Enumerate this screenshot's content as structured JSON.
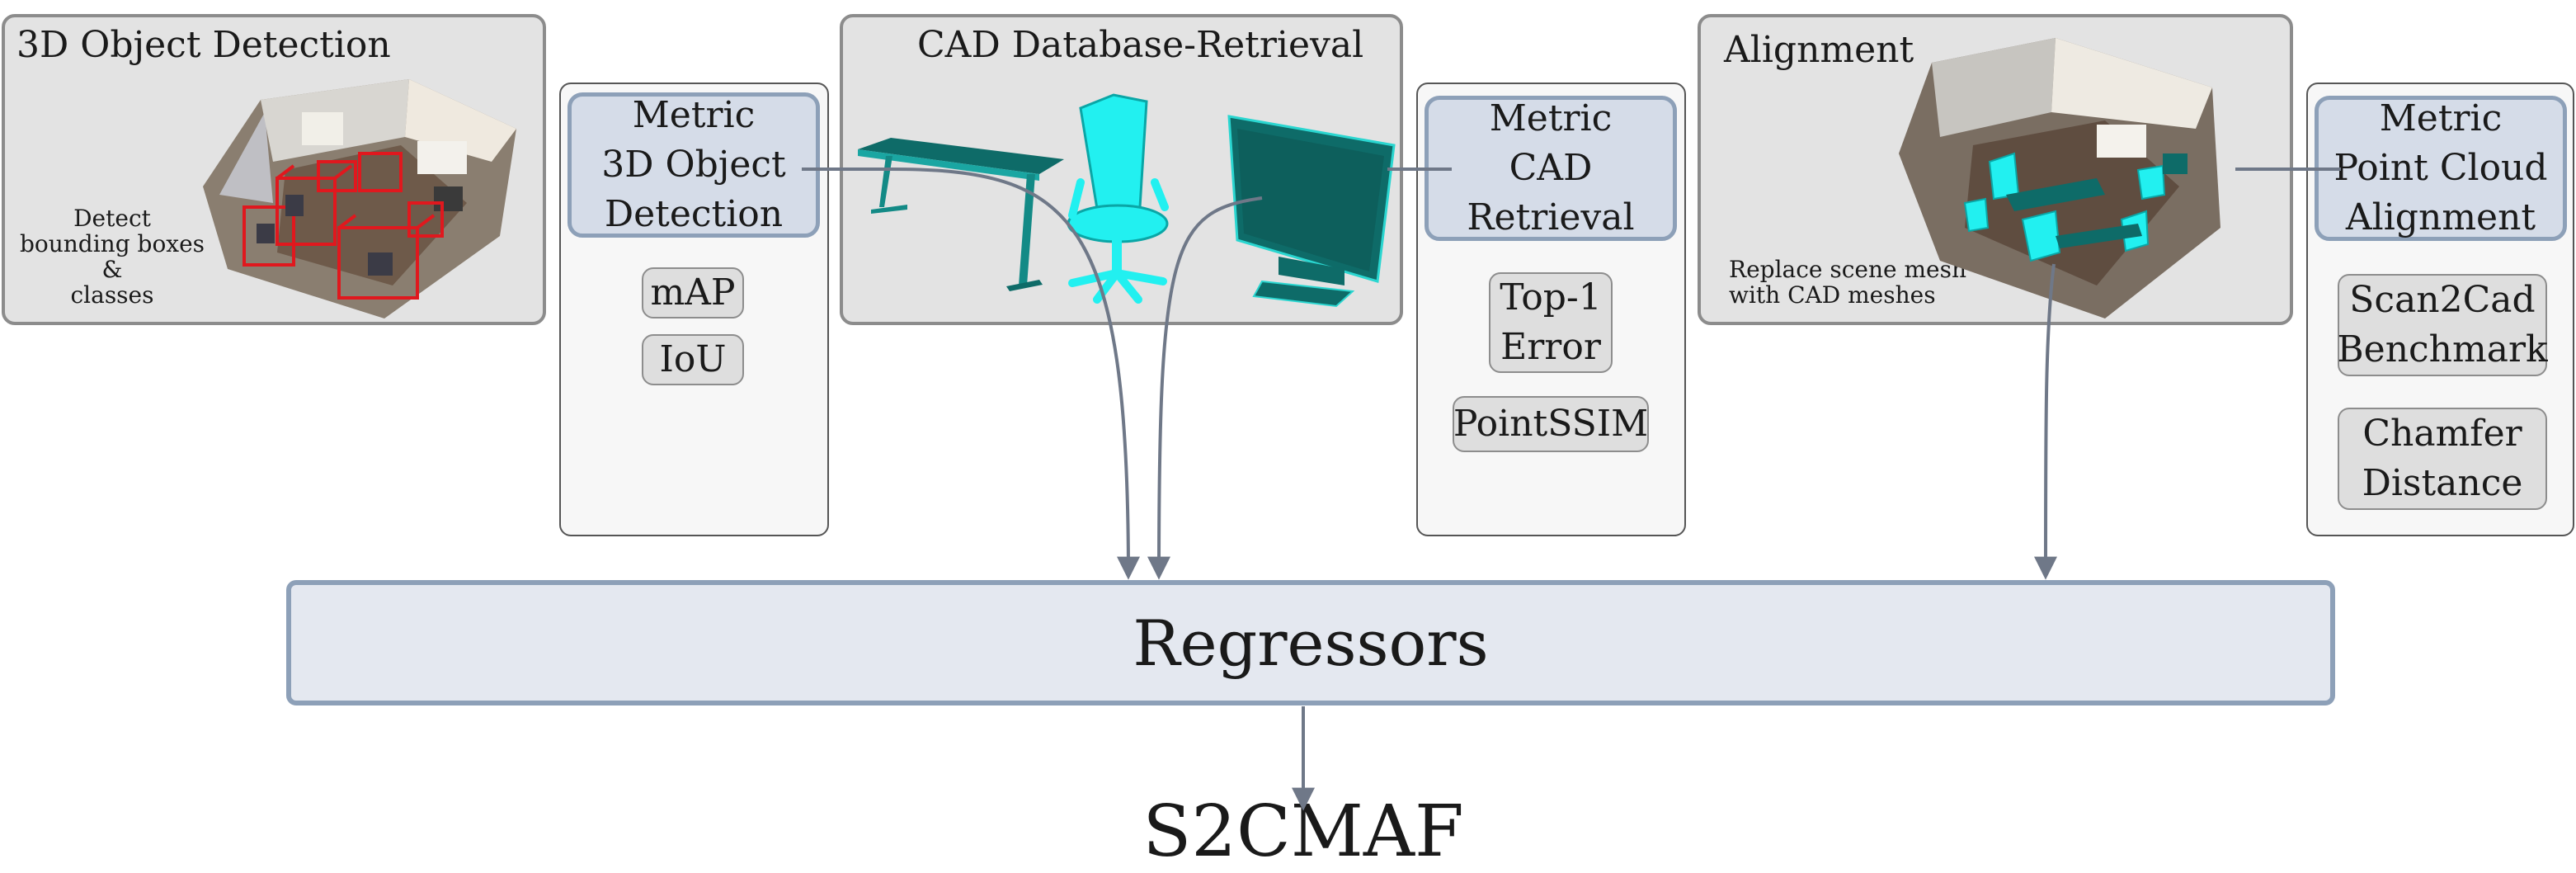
{
  "stages": {
    "detection": {
      "title": "3D Object Detection",
      "caption": [
        "Detect",
        "bounding boxes",
        "&",
        "classes"
      ]
    },
    "retrieval": {
      "title": "CAD Database-Retrieval"
    },
    "alignment": {
      "title": "Alignment",
      "caption": [
        "Replace scene mesh",
        "with CAD meshes"
      ]
    }
  },
  "metrics": {
    "detection": {
      "heading": [
        "Metric",
        "3D Object",
        "Detection"
      ],
      "items": [
        "mAP",
        "IoU"
      ]
    },
    "retrieval": {
      "heading": [
        "Metric",
        "CAD",
        "Retrieval"
      ],
      "items": [
        [
          "Top-1",
          "Error"
        ],
        [
          "PointSSIM"
        ]
      ]
    },
    "alignment": {
      "heading": [
        "Metric",
        "Point Cloud",
        "Alignment"
      ],
      "items": [
        [
          "Scan2Cad",
          "Benchmark"
        ],
        [
          "Chamfer",
          "Distance"
        ]
      ]
    }
  },
  "regressors": "Regressors",
  "output": "S2CMAF",
  "colors": {
    "metric_border": "#8da0b8",
    "metric_fill": "#d5dce8",
    "arrow": "#6f7888",
    "cad_cyan": "#22f0f0",
    "cad_teal": "#0e6b68",
    "bbox_red": "#e0181e"
  }
}
